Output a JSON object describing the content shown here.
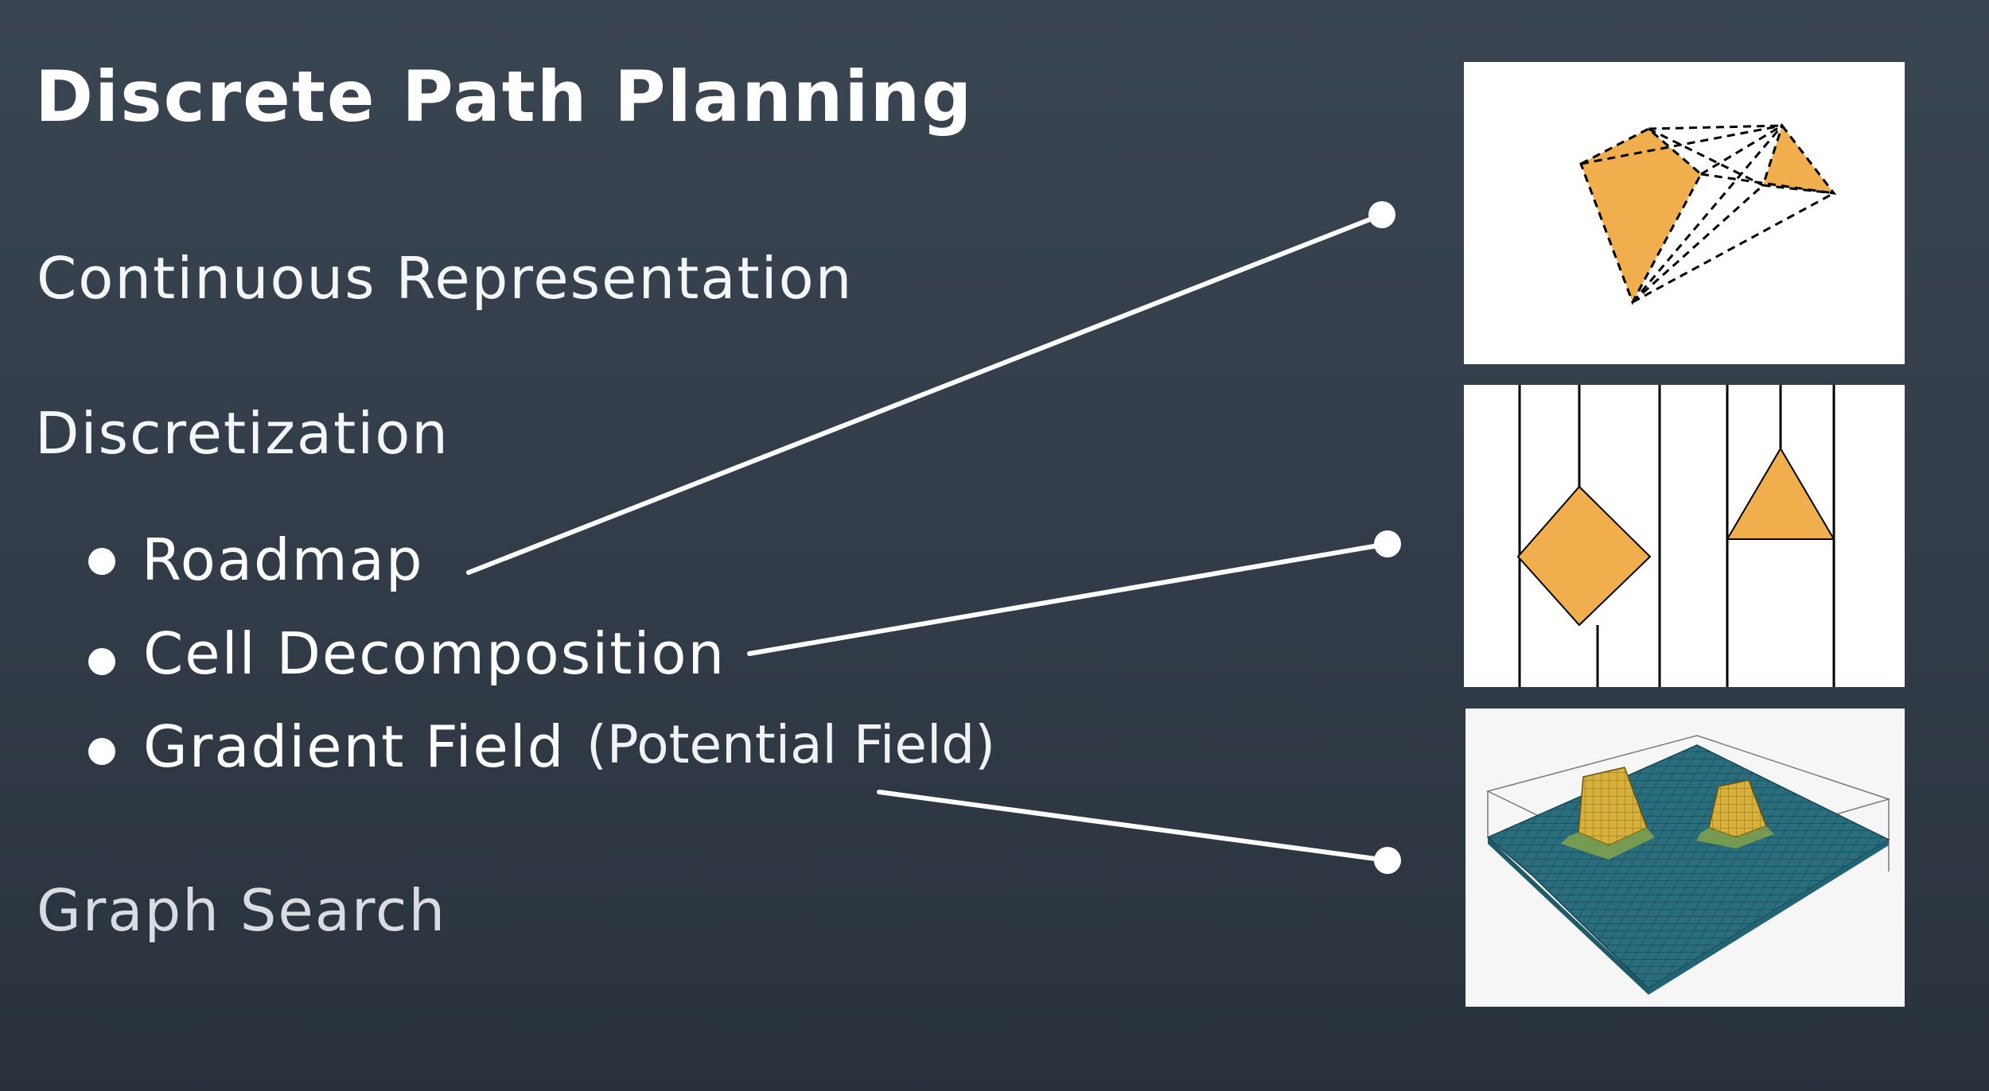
{
  "slide": {
    "title": "Discrete Path Planning",
    "sections": {
      "continuous": "Continuous Representation",
      "discretization": "Discretization",
      "graph_search": "Graph Search"
    },
    "discretization_items": [
      {
        "label": "Roadmap"
      },
      {
        "label": "Cell Decomposition"
      },
      {
        "label": "Gradient Field",
        "note": "(Potential Field)"
      }
    ]
  },
  "colors": {
    "background": "#333d49",
    "obstacle_fill": "#f1ae4c",
    "surface_teal": "#2a6d7d",
    "surface_yellow": "#d8b03c",
    "text": "#ffffff"
  },
  "icons": [
    "bullet-dot",
    "connector-end-dot"
  ]
}
